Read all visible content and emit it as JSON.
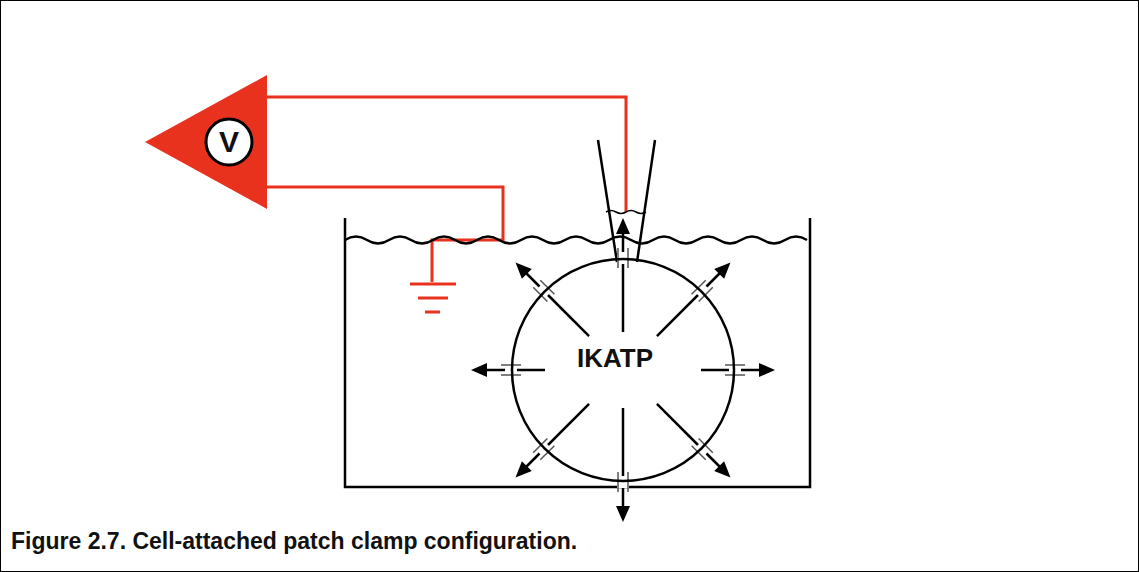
{
  "diagram": {
    "caption": "Figure 2.7. Cell-attached patch clamp configuration.",
    "nodes": [
      {
        "text": [
          "V"
        ]
      },
      {
        "text": [
          "IKATP"
        ]
      }
    ]
  }
}
